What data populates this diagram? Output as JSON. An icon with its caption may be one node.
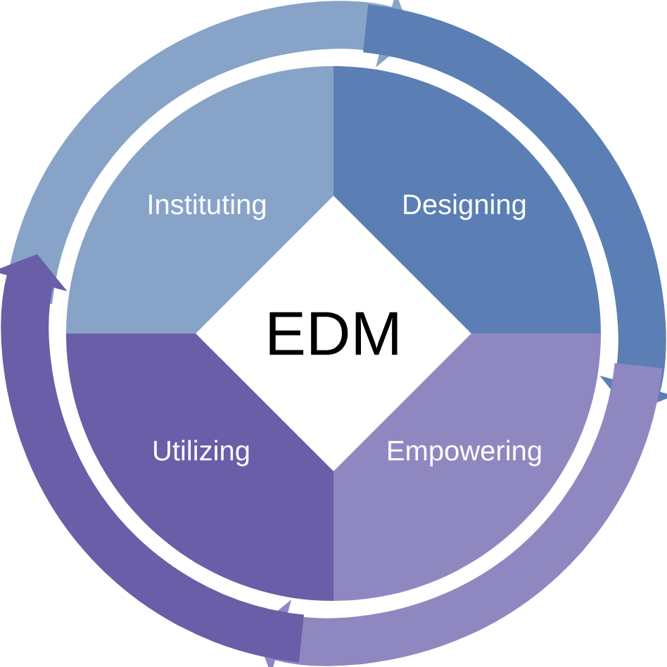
{
  "diagram": {
    "nodes": [
      {
        "text": [
          "Instituting"
        ]
      },
      {
        "text": [
          "Designing"
        ]
      },
      {
        "text": [
          "EDM"
        ]
      },
      {
        "text": [
          "Utilizing"
        ]
      },
      {
        "text": [
          "Empowering"
        ]
      }
    ],
    "edges": [
      {
        "from": 0,
        "to": 1,
        "arrow": "to",
        "color": "#87a3c8"
      },
      {
        "from": 1,
        "to": 4,
        "arrow": "to",
        "color": "#5b7fb4"
      },
      {
        "from": 4,
        "to": 3,
        "arrow": "to",
        "color": "#8f88c0"
      },
      {
        "from": 3,
        "to": 0,
        "arrow": "to",
        "color": "#6a5ea8"
      }
    ]
  }
}
